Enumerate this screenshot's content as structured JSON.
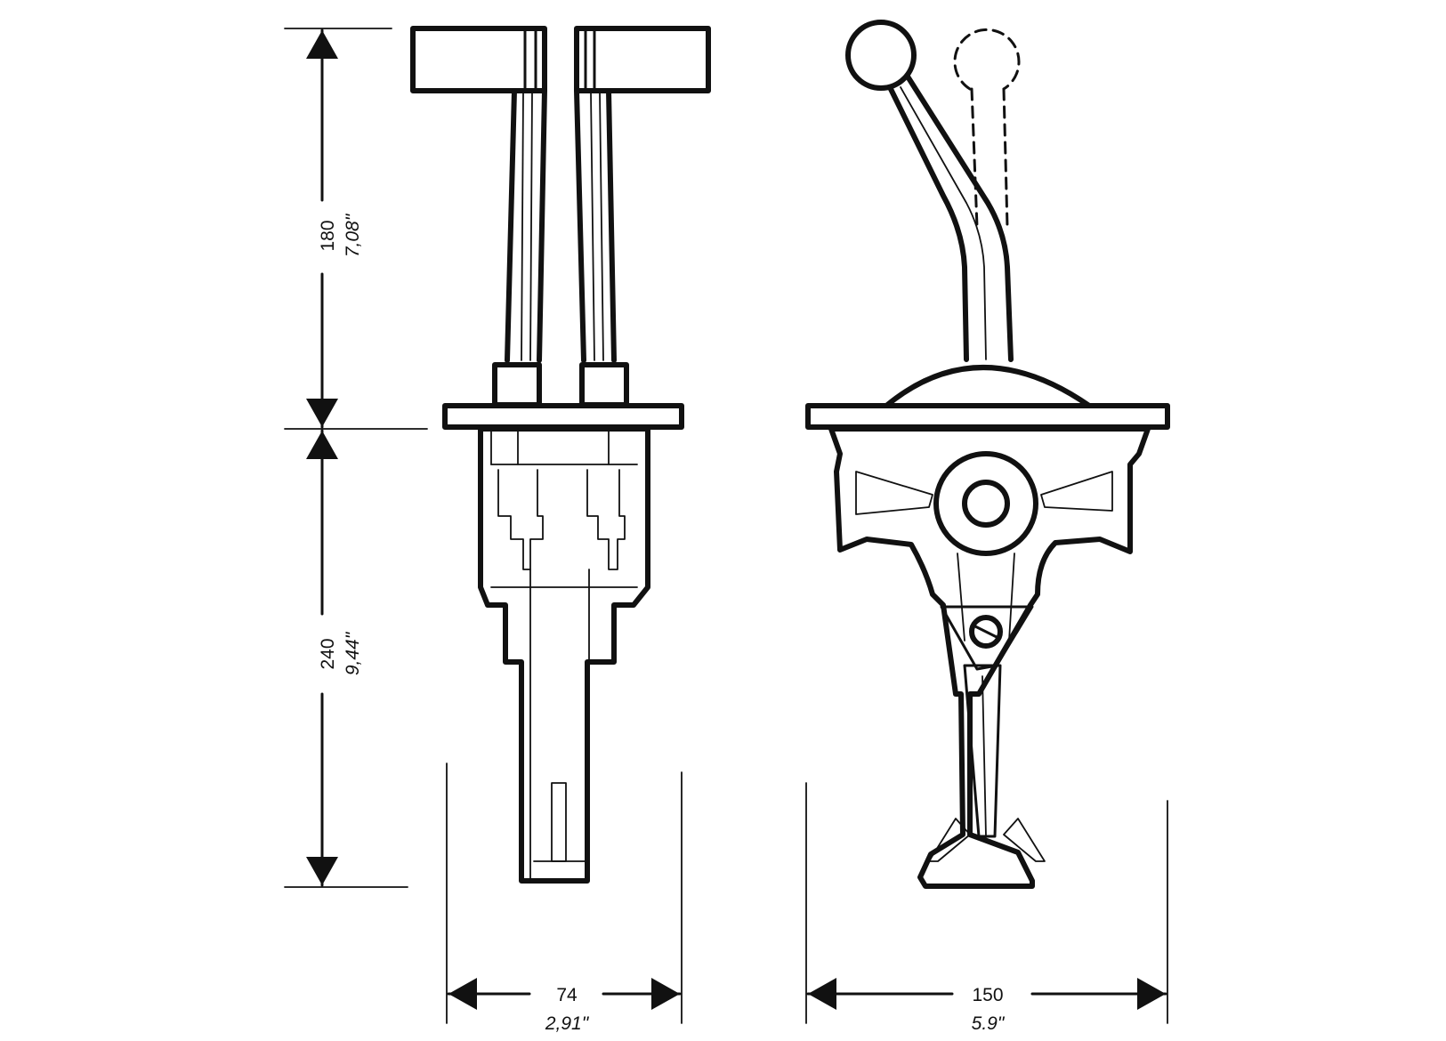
{
  "dimensions": {
    "upper_height": {
      "mm": "180",
      "inch": "7,08\""
    },
    "lower_height": {
      "mm": "240",
      "inch": "9,44\""
    },
    "front_width": {
      "mm": "74",
      "inch": "2,91\""
    },
    "side_width": {
      "mm": "150",
      "inch": "5.9\""
    }
  }
}
